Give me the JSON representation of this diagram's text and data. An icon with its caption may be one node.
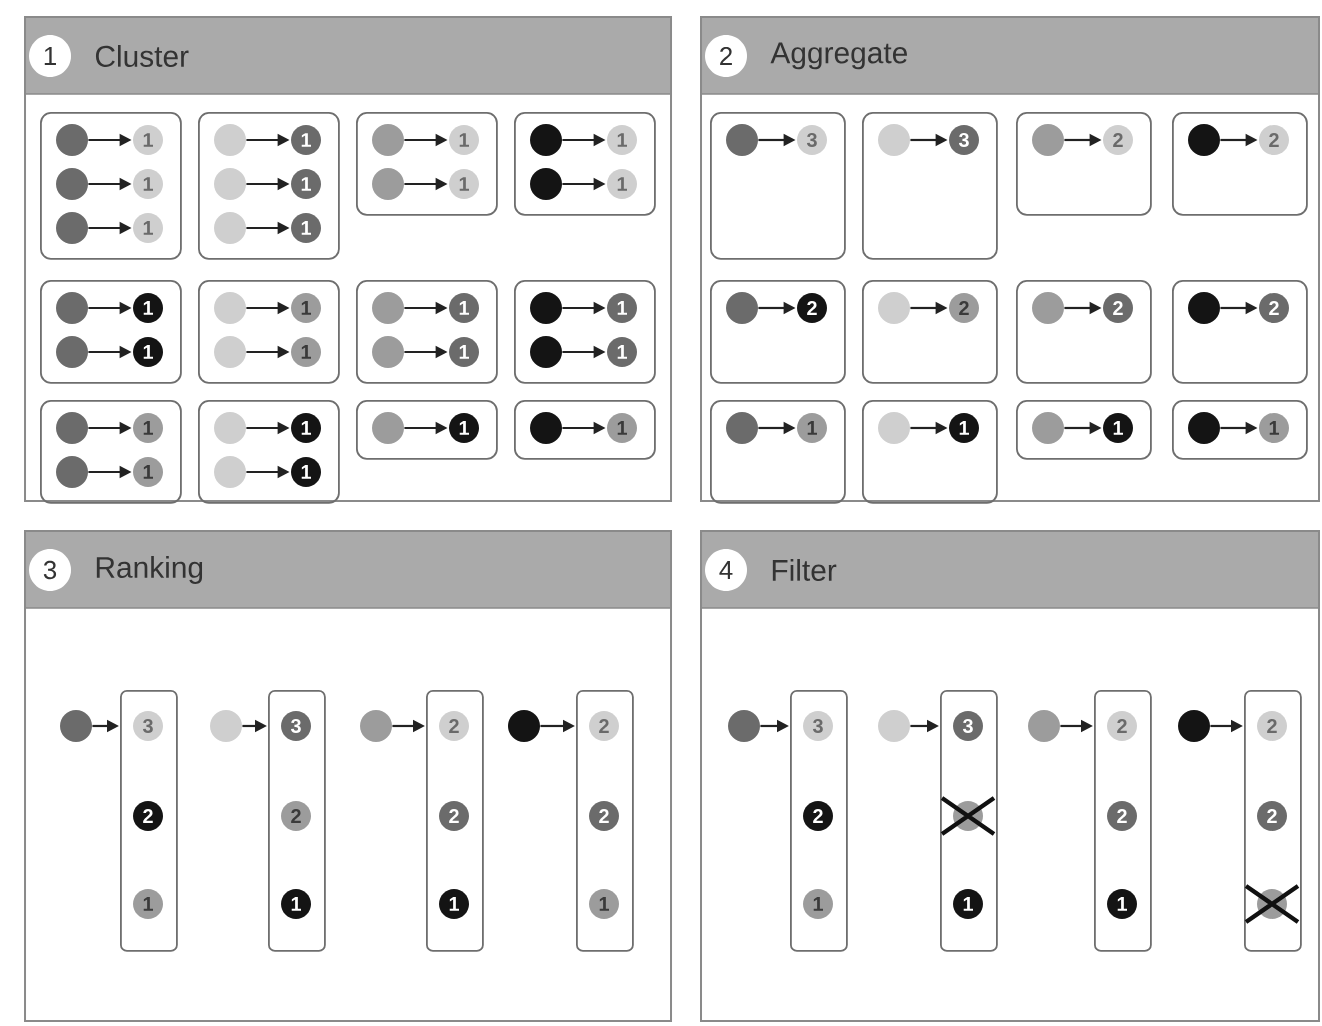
{
  "diagram": {
    "nodes": [
      {
        "text": [
          "Cluster"
        ]
      },
      {
        "text": [
          "1"
        ],
        "in": 0
      },
      {
        "text": [],
        "shape": "box",
        "in": 0
      },
      {
        "text": [],
        "shape": "circle",
        "in": 2
      },
      {
        "text": [
          "1"
        ],
        "in": 2
      },
      {
        "text": [],
        "shape": "circle",
        "in": 2
      },
      {
        "text": [
          "1"
        ],
        "in": 2
      },
      {
        "text": [],
        "shape": "circle",
        "in": 2
      },
      {
        "text": [
          "1"
        ],
        "in": 2
      },
      {
        "text": [],
        "shape": "box",
        "in": 0
      },
      {
        "text": [],
        "shape": "circle",
        "in": 9
      },
      {
        "text": [
          "1"
        ],
        "in": 9
      },
      {
        "text": [],
        "shape": "circle",
        "in": 9
      },
      {
        "text": [
          "1"
        ],
        "in": 9
      },
      {
        "text": [],
        "shape": "circle",
        "in": 9
      },
      {
        "text": [
          "1"
        ],
        "in": 9
      },
      {
        "text": [],
        "shape": "box",
        "in": 0
      },
      {
        "text": [],
        "shape": "circle",
        "in": 16
      },
      {
        "text": [
          "1"
        ],
        "in": 16
      },
      {
        "text": [],
        "shape": "circle",
        "in": 16
      },
      {
        "text": [
          "1"
        ],
        "in": 16
      },
      {
        "text": [],
        "shape": "box",
        "in": 0
      },
      {
        "text": [],
        "shape": "circle",
        "in": 21
      },
      {
        "text": [
          "1"
        ],
        "in": 21
      },
      {
        "text": [],
        "shape": "circle",
        "in": 21
      },
      {
        "text": [
          "1"
        ],
        "in": 21
      },
      {
        "text": [],
        "shape": "box",
        "in": 0
      },
      {
        "text": [],
        "shape": "circle",
        "in": 26
      },
      {
        "text": [
          "1"
        ],
        "in": 26
      },
      {
        "text": [],
        "shape": "circle",
        "in": 26
      },
      {
        "text": [
          "1"
        ],
        "in": 26
      },
      {
        "text": [],
        "shape": "box",
        "in": 0
      },
      {
        "text": [],
        "shape": "circle",
        "in": 31
      },
      {
        "text": [
          "1"
        ],
        "in": 31
      },
      {
        "text": [],
        "shape": "circle",
        "in": 31
      },
      {
        "text": [
          "1"
        ],
        "in": 31
      },
      {
        "text": [],
        "shape": "box",
        "in": 0
      },
      {
        "text": [],
        "shape": "circle",
        "in": 36
      },
      {
        "text": [
          "1"
        ],
        "in": 36
      },
      {
        "text": [],
        "shape": "circle",
        "in": 36
      },
      {
        "text": [
          "1"
        ],
        "in": 36
      },
      {
        "text": [],
        "shape": "box",
        "in": 0
      },
      {
        "text": [],
        "shape": "circle",
        "in": 41
      },
      {
        "text": [
          "1"
        ],
        "in": 41
      },
      {
        "text": [],
        "shape": "circle",
        "in": 41
      },
      {
        "text": [
          "1"
        ],
        "in": 41
      },
      {
        "text": [],
        "shape": "box",
        "in": 0
      },
      {
        "text": [],
        "shape": "circle",
        "in": 46
      },
      {
        "text": [
          "1"
        ],
        "in": 46
      },
      {
        "text": [],
        "shape": "circle",
        "in": 46
      },
      {
        "text": [
          "1"
        ],
        "in": 46
      },
      {
        "text": [],
        "shape": "box",
        "in": 0
      },
      {
        "text": [],
        "shape": "circle",
        "in": 51
      },
      {
        "text": [
          "1"
        ],
        "in": 51
      },
      {
        "text": [],
        "shape": "circle",
        "in": 51
      },
      {
        "text": [
          "1"
        ],
        "in": 51
      },
      {
        "text": [],
        "shape": "box",
        "in": 0
      },
      {
        "text": [],
        "shape": "circle",
        "in": 56
      },
      {
        "text": [
          "1"
        ],
        "in": 56
      },
      {
        "text": [],
        "shape": "box",
        "in": 0
      },
      {
        "text": [],
        "shape": "circle",
        "in": 59
      },
      {
        "text": [
          "1"
        ],
        "in": 59
      },
      {
        "text": [
          "Aggregate"
        ]
      },
      {
        "text": [
          "2"
        ],
        "in": 62
      },
      {
        "text": [],
        "shape": "box",
        "in": 62
      },
      {
        "text": [],
        "shape": "circle",
        "in": 64
      },
      {
        "text": [
          "3"
        ],
        "in": 64
      },
      {
        "text": [],
        "shape": "box",
        "in": 62
      },
      {
        "text": [],
        "shape": "circle",
        "in": 67
      },
      {
        "text": [
          "3"
        ],
        "in": 67
      },
      {
        "text": [],
        "shape": "box",
        "in": 62
      },
      {
        "text": [],
        "shape": "circle",
        "in": 70
      },
      {
        "text": [
          "2"
        ],
        "in": 70
      },
      {
        "text": [],
        "shape": "box",
        "in": 62
      },
      {
        "text": [],
        "shape": "circle",
        "in": 73
      },
      {
        "text": [
          "2"
        ],
        "in": 73
      },
      {
        "text": [],
        "shape": "box",
        "in": 62
      },
      {
        "text": [],
        "shape": "circle",
        "in": 76
      },
      {
        "text": [
          "2"
        ],
        "in": 76
      },
      {
        "text": [],
        "shape": "box",
        "in": 62
      },
      {
        "text": [],
        "shape": "circle",
        "in": 79
      },
      {
        "text": [
          "2"
        ],
        "in": 79
      },
      {
        "text": [],
        "shape": "box",
        "in": 62
      },
      {
        "text": [],
        "shape": "circle",
        "in": 82
      },
      {
        "text": [
          "2"
        ],
        "in": 82
      },
      {
        "text": [],
        "shape": "box",
        "in": 62
      },
      {
        "text": [],
        "shape": "circle",
        "in": 85
      },
      {
        "text": [
          "2"
        ],
        "in": 85
      },
      {
        "text": [],
        "shape": "box",
        "in": 62
      },
      {
        "text": [],
        "shape": "circle",
        "in": 88
      },
      {
        "text": [
          "1"
        ],
        "in": 88
      },
      {
        "text": [],
        "shape": "box",
        "in": 62
      },
      {
        "text": [],
        "shape": "circle",
        "in": 91
      },
      {
        "text": [
          "1"
        ],
        "in": 91
      },
      {
        "text": [],
        "shape": "box",
        "in": 62
      },
      {
        "text": [],
        "shape": "circle",
        "in": 94
      },
      {
        "text": [
          "1"
        ],
        "in": 94
      },
      {
        "text": [],
        "shape": "box",
        "in": 62
      },
      {
        "text": [],
        "shape": "circle",
        "in": 97
      },
      {
        "text": [
          "1"
        ],
        "in": 97
      },
      {
        "text": [
          "Ranking"
        ]
      },
      {
        "text": [
          "3"
        ],
        "in": 100
      },
      {
        "text": [],
        "shape": "circle",
        "in": 100
      },
      {
        "text": [],
        "shape": "box",
        "in": 100
      },
      {
        "text": [
          "3"
        ],
        "in": 103
      },
      {
        "text": [
          "2"
        ],
        "in": 103
      },
      {
        "text": [
          "1"
        ],
        "in": 103
      },
      {
        "text": [],
        "shape": "circle",
        "in": 100
      },
      {
        "text": [],
        "shape": "box",
        "in": 100
      },
      {
        "text": [
          "3"
        ],
        "in": 108
      },
      {
        "text": [
          "2"
        ],
        "in": 108
      },
      {
        "text": [
          "1"
        ],
        "in": 108
      },
      {
        "text": [],
        "shape": "circle",
        "in": 100
      },
      {
        "text": [],
        "shape": "box",
        "in": 100
      },
      {
        "text": [
          "2"
        ],
        "in": 113
      },
      {
        "text": [
          "2"
        ],
        "in": 113
      },
      {
        "text": [
          "1"
        ],
        "in": 113
      },
      {
        "text": [],
        "shape": "circle",
        "in": 100
      },
      {
        "text": [],
        "shape": "box",
        "in": 100
      },
      {
        "text": [
          "2"
        ],
        "in": 118
      },
      {
        "text": [
          "2"
        ],
        "in": 118
      },
      {
        "text": [
          "1"
        ],
        "in": 118
      },
      {
        "text": [
          "Filter"
        ]
      },
      {
        "text": [
          "4"
        ],
        "in": 122
      },
      {
        "text": [],
        "shape": "circle",
        "in": 122
      },
      {
        "text": [],
        "shape": "box",
        "in": 122
      },
      {
        "text": [
          "3"
        ],
        "in": 125
      },
      {
        "text": [
          "2"
        ],
        "in": 125
      },
      {
        "text": [
          "1"
        ],
        "in": 125
      },
      {
        "text": [],
        "shape": "circle",
        "in": 122
      },
      {
        "text": [],
        "shape": "box",
        "in": 122
      },
      {
        "text": [
          "3"
        ],
        "in": 130
      },
      {
        "text": [],
        "shape": "circle",
        "in": 130
      },
      {
        "text": [
          "1"
        ],
        "in": 130
      },
      {
        "text": [],
        "shape": "circle",
        "in": 122
      },
      {
        "text": [],
        "shape": "box",
        "in": 122
      },
      {
        "text": [
          "2"
        ],
        "in": 135
      },
      {
        "text": [
          "2"
        ],
        "in": 135
      },
      {
        "text": [
          "1"
        ],
        "in": 135
      },
      {
        "text": [],
        "shape": "circle",
        "in": 122
      },
      {
        "text": [],
        "shape": "box",
        "in": 122
      },
      {
        "text": [
          "2"
        ],
        "in": 140
      },
      {
        "text": [
          "2"
        ],
        "in": 140
      },
      {
        "text": [],
        "shape": "circle",
        "in": 140
      }
    ],
    "edges": [
      {
        "from": 3,
        "to": 4,
        "arrow": "to"
      },
      {
        "from": 5,
        "to": 6,
        "arrow": "to"
      },
      {
        "from": 7,
        "to": 8,
        "arrow": "to"
      },
      {
        "from": 10,
        "to": 11,
        "arrow": "to"
      },
      {
        "from": 12,
        "to": 13,
        "arrow": "to"
      },
      {
        "from": 14,
        "to": 15,
        "arrow": "to"
      },
      {
        "from": 17,
        "to": 18,
        "arrow": "to"
      },
      {
        "from": 19,
        "to": 20,
        "arrow": "to"
      },
      {
        "from": 22,
        "to": 23,
        "arrow": "to"
      },
      {
        "from": 24,
        "to": 25,
        "arrow": "to"
      },
      {
        "from": 27,
        "to": 28,
        "arrow": "to"
      },
      {
        "from": 29,
        "to": 30,
        "arrow": "to"
      },
      {
        "from": 32,
        "to": 33,
        "arrow": "to"
      },
      {
        "from": 34,
        "to": 35,
        "arrow": "to"
      },
      {
        "from": 37,
        "to": 38,
        "arrow": "to"
      },
      {
        "from": 39,
        "to": 40,
        "arrow": "to"
      },
      {
        "from": 42,
        "to": 43,
        "arrow": "to"
      },
      {
        "from": 44,
        "to": 45,
        "arrow": "to"
      },
      {
        "from": 47,
        "to": 48,
        "arrow": "to"
      },
      {
        "from": 49,
        "to": 50,
        "arrow": "to"
      },
      {
        "from": 52,
        "to": 53,
        "arrow": "to"
      },
      {
        "from": 54,
        "to": 55,
        "arrow": "to"
      },
      {
        "from": 57,
        "to": 58,
        "arrow": "to"
      },
      {
        "from": 60,
        "to": 61,
        "arrow": "to"
      },
      {
        "from": 65,
        "to": 66,
        "arrow": "to"
      },
      {
        "from": 68,
        "to": 69,
        "arrow": "to"
      },
      {
        "from": 71,
        "to": 72,
        "arrow": "to"
      },
      {
        "from": 74,
        "to": 75,
        "arrow": "to"
      },
      {
        "from": 77,
        "to": 78,
        "arrow": "to"
      },
      {
        "from": 80,
        "to": 81,
        "arrow": "to"
      },
      {
        "from": 83,
        "to": 84,
        "arrow": "to"
      },
      {
        "from": 86,
        "to": 87,
        "arrow": "to"
      },
      {
        "from": 89,
        "to": 90,
        "arrow": "to"
      },
      {
        "from": 92,
        "to": 93,
        "arrow": "to"
      },
      {
        "from": 95,
        "to": 96,
        "arrow": "to"
      },
      {
        "from": 98,
        "to": 99,
        "arrow": "to"
      },
      {
        "from": 102,
        "to": 103,
        "arrow": "to"
      },
      {
        "from": 107,
        "to": 108,
        "arrow": "to"
      },
      {
        "from": 112,
        "to": 113,
        "arrow": "to"
      },
      {
        "from": 117,
        "to": 118,
        "arrow": "to"
      },
      {
        "from": 124,
        "to": 125,
        "arrow": "to"
      },
      {
        "from": 129,
        "to": 130,
        "arrow": "to"
      },
      {
        "from": 134,
        "to": 135,
        "arrow": "to"
      },
      {
        "from": 139,
        "to": 140,
        "arrow": "to"
      }
    ]
  }
}
